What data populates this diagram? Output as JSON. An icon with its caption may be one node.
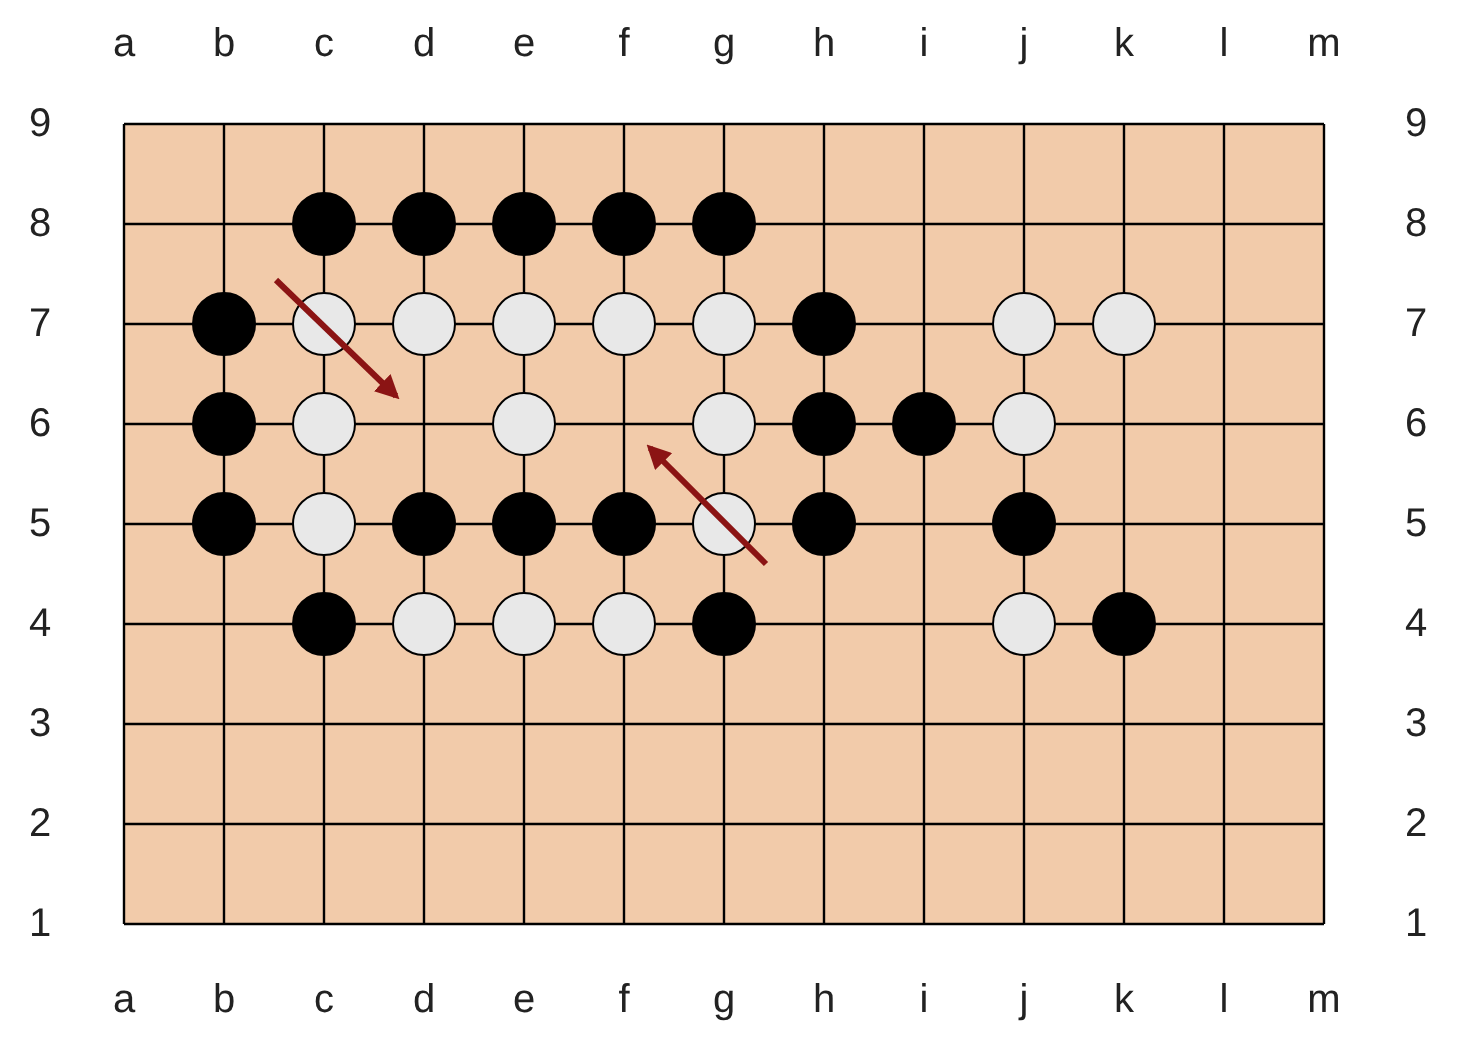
{
  "diagram": {
    "labels": [
      "a",
      "b",
      "c",
      "d",
      "e",
      "f",
      "g",
      "h",
      "i",
      "j",
      "k",
      "l",
      "m",
      "9",
      "9",
      "8",
      "8",
      "7",
      "7",
      "6",
      "6",
      "5",
      "5",
      "4",
      "4",
      "3",
      "3",
      "2",
      "2",
      "1",
      "1",
      "a",
      "b",
      "c",
      "d",
      "e",
      "f",
      "g",
      "h",
      "i",
      "j",
      "k",
      "l",
      "m"
    ]
  }
}
